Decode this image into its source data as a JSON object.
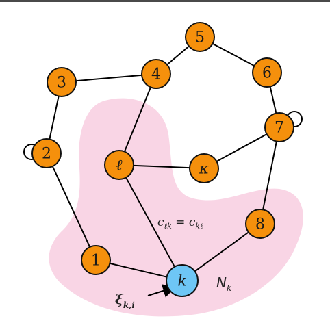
{
  "colors": {
    "node_fill": "#F5900C",
    "node_stroke": "#111111",
    "focus_node_fill": "#6EC6F5",
    "neighborhood_fill": "#F9D5E5",
    "edge": "#000000"
  },
  "nodes": [
    {
      "id": "5",
      "label": "5"
    },
    {
      "id": "4",
      "label": "4"
    },
    {
      "id": "6",
      "label": "6"
    },
    {
      "id": "3",
      "label": "3"
    },
    {
      "id": "7",
      "label": "7"
    },
    {
      "id": "2",
      "label": "2"
    },
    {
      "id": "l",
      "label": "ℓ"
    },
    {
      "id": "kappa",
      "label": "κ"
    },
    {
      "id": "8",
      "label": "8"
    },
    {
      "id": "1",
      "label": "1"
    },
    {
      "id": "k",
      "label": "k"
    }
  ],
  "edges": [
    [
      "5",
      "4"
    ],
    [
      "5",
      "6"
    ],
    [
      "6",
      "7"
    ],
    [
      "4",
      "3"
    ],
    [
      "3",
      "2"
    ],
    [
      "2",
      "1"
    ],
    [
      "4",
      "l"
    ],
    [
      "l",
      "kappa"
    ],
    [
      "kappa",
      "7"
    ],
    [
      "7",
      "8"
    ],
    [
      "8",
      "k"
    ],
    [
      "1",
      "k"
    ],
    [
      "l",
      "k"
    ]
  ],
  "self_loops": [
    "2",
    "7"
  ],
  "annotations": {
    "edge_weight": "c",
    "edge_weight_sub_left": "ℓk",
    "edge_weight_eq": " = ",
    "edge_weight_right": "c",
    "edge_weight_sub_right": "kℓ",
    "neighborhood_label": "N",
    "neighborhood_sub": "k",
    "input_symbol": "ξ",
    "input_sub": "k,i"
  }
}
